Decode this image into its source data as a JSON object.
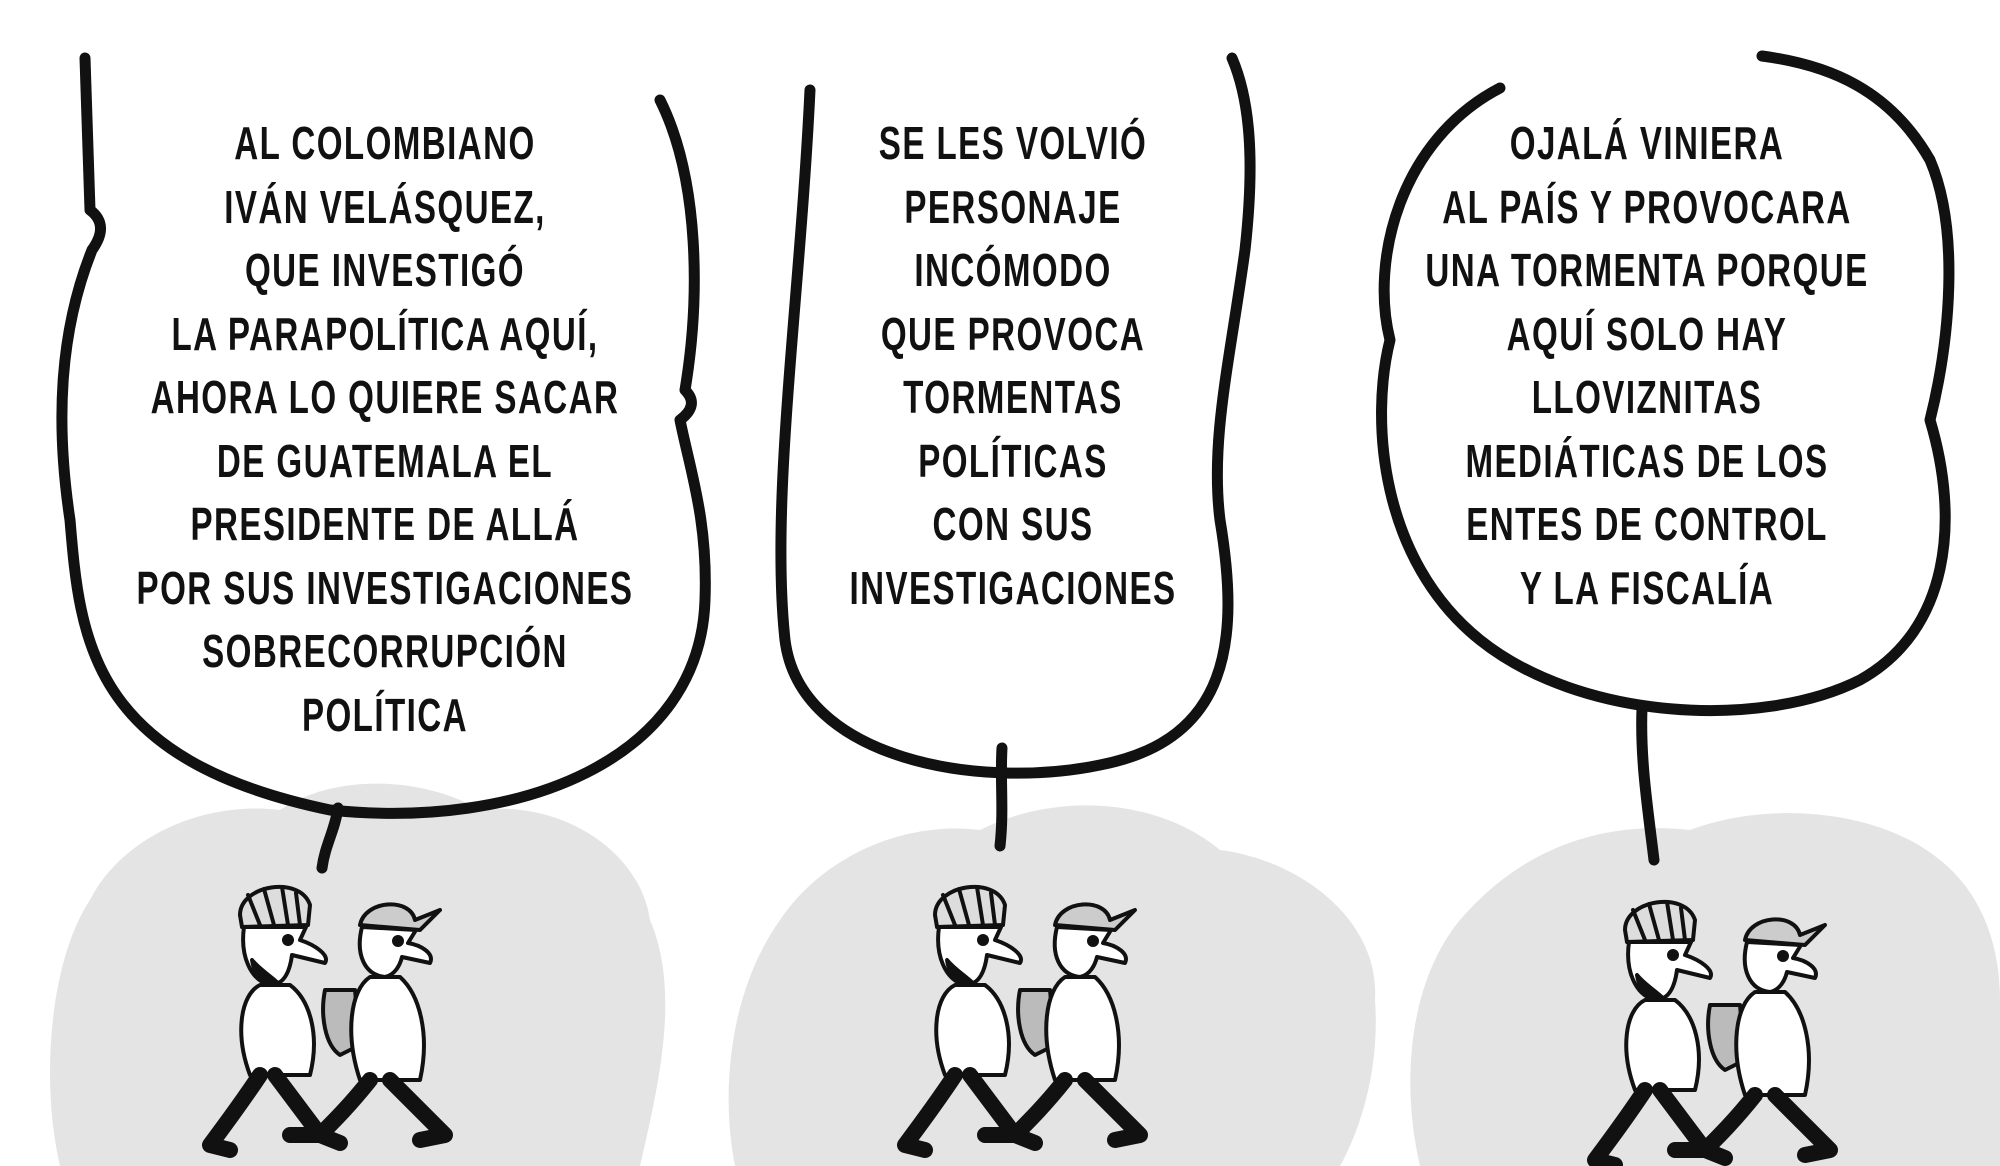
{
  "panels": [
    {
      "lines": [
        "AL COLOMBIANO",
        "IVÁN VELÁSQUEZ,",
        "QUE INVESTIGÓ",
        "LA PARAPOLÍTICA AQUÍ,",
        "AHORA LO QUIERE SACAR",
        "DE GUATEMALA EL",
        "PRESIDENTE DE ALLÁ",
        "POR SUS INVESTIGACIONES",
        "SOBRECORRUPCIÓN",
        "POLÍTICA"
      ]
    },
    {
      "lines": [
        "SE LES VOLVIÓ",
        "PERSONAJE",
        "INCÓMODO",
        "QUE PROVOCA",
        "TORMENTAS",
        "POLÍTICAS",
        "CON SUS",
        "INVESTIGACIONES"
      ]
    },
    {
      "lines": [
        "OJALÁ VINIERA",
        "AL PAÍS Y PROVOCARA",
        "UNA TORMENTA PORQUE",
        "AQUÍ SOLO HAY",
        "LLOVIZNITAS",
        "MEDIÁTICAS DE LOS",
        "ENTES DE CONTROL",
        "Y LA FISCALÍA"
      ]
    }
  ],
  "colors": {
    "ink": "#111111",
    "cloud": "#e4e4e4",
    "background": "#ffffff"
  }
}
